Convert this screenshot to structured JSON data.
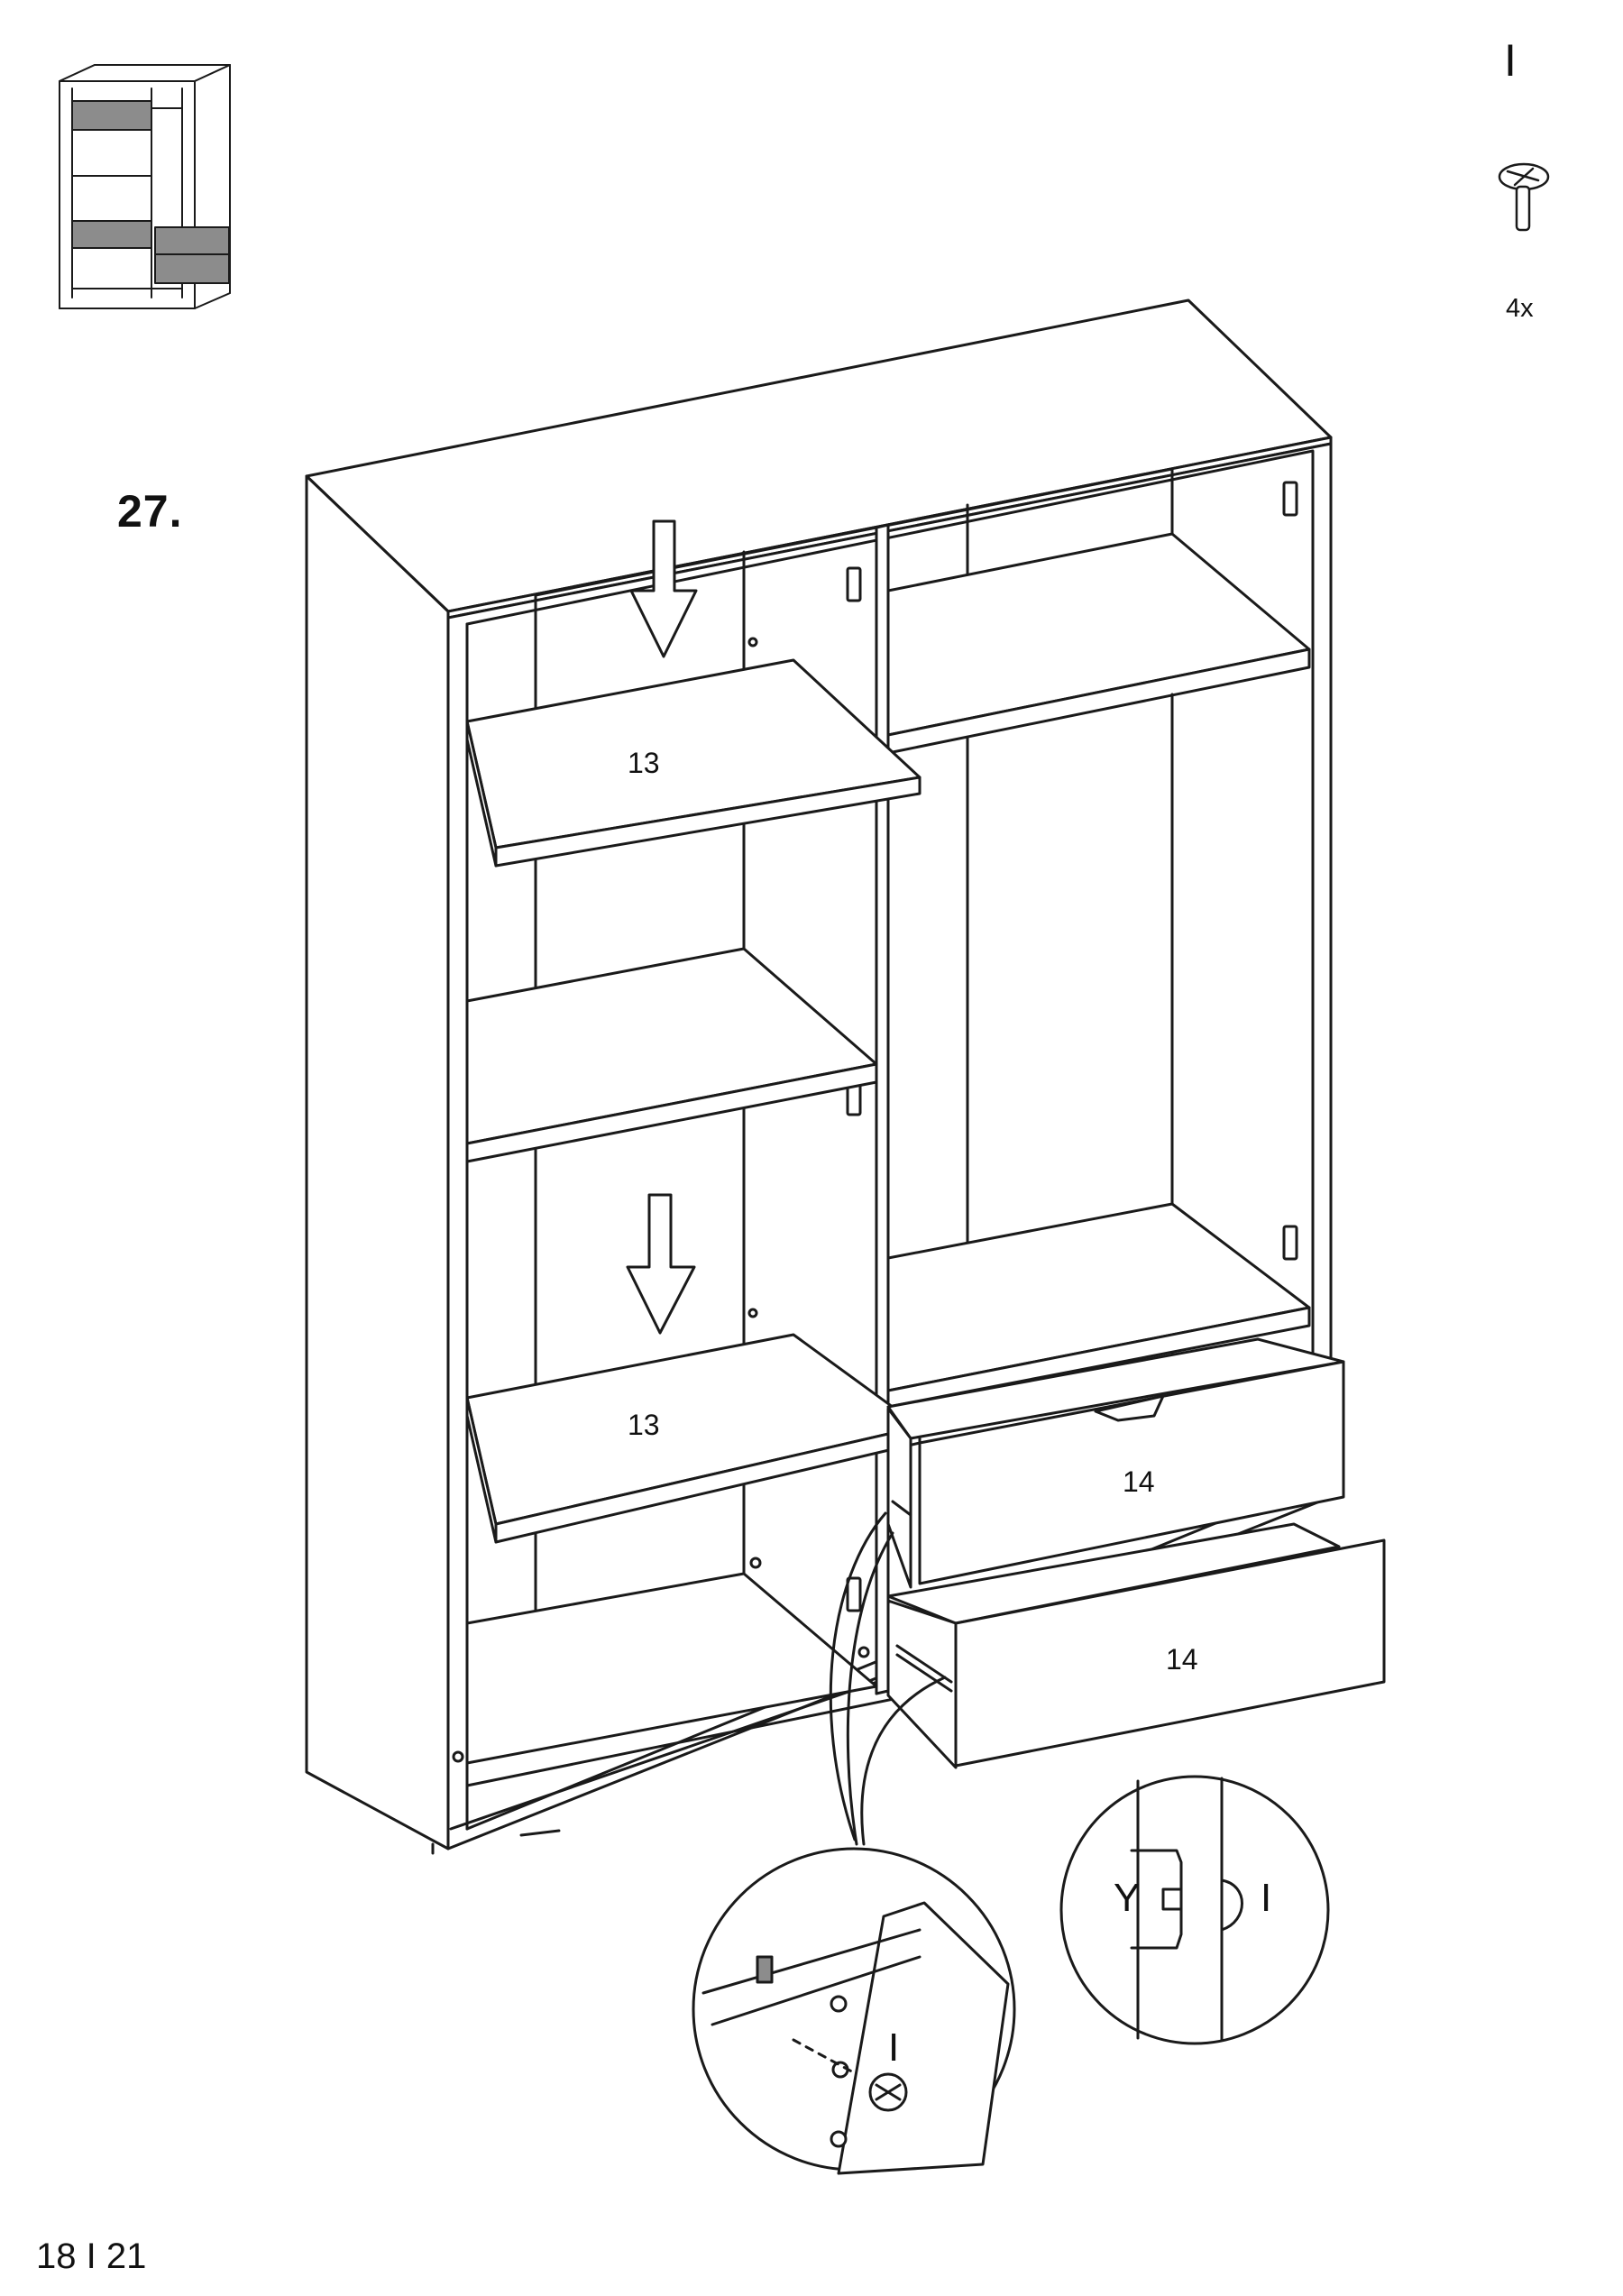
{
  "step": {
    "number": "27."
  },
  "hardware": {
    "letter": "I",
    "quantity": "4x",
    "icon": "cam-bolt-icon"
  },
  "parts": {
    "shelf_top": "13",
    "shelf_bottom": "13",
    "drawer_top": "14",
    "drawer_bottom": "14"
  },
  "detail_left": {
    "label": "I"
  },
  "detail_right": {
    "label_y": "Y",
    "label_i": "I"
  },
  "page": {
    "indicator": "18 I 21"
  },
  "colors": {
    "line": "#1a1a1a",
    "fill": "#ffffff",
    "highlight": "#8c8c8c"
  }
}
